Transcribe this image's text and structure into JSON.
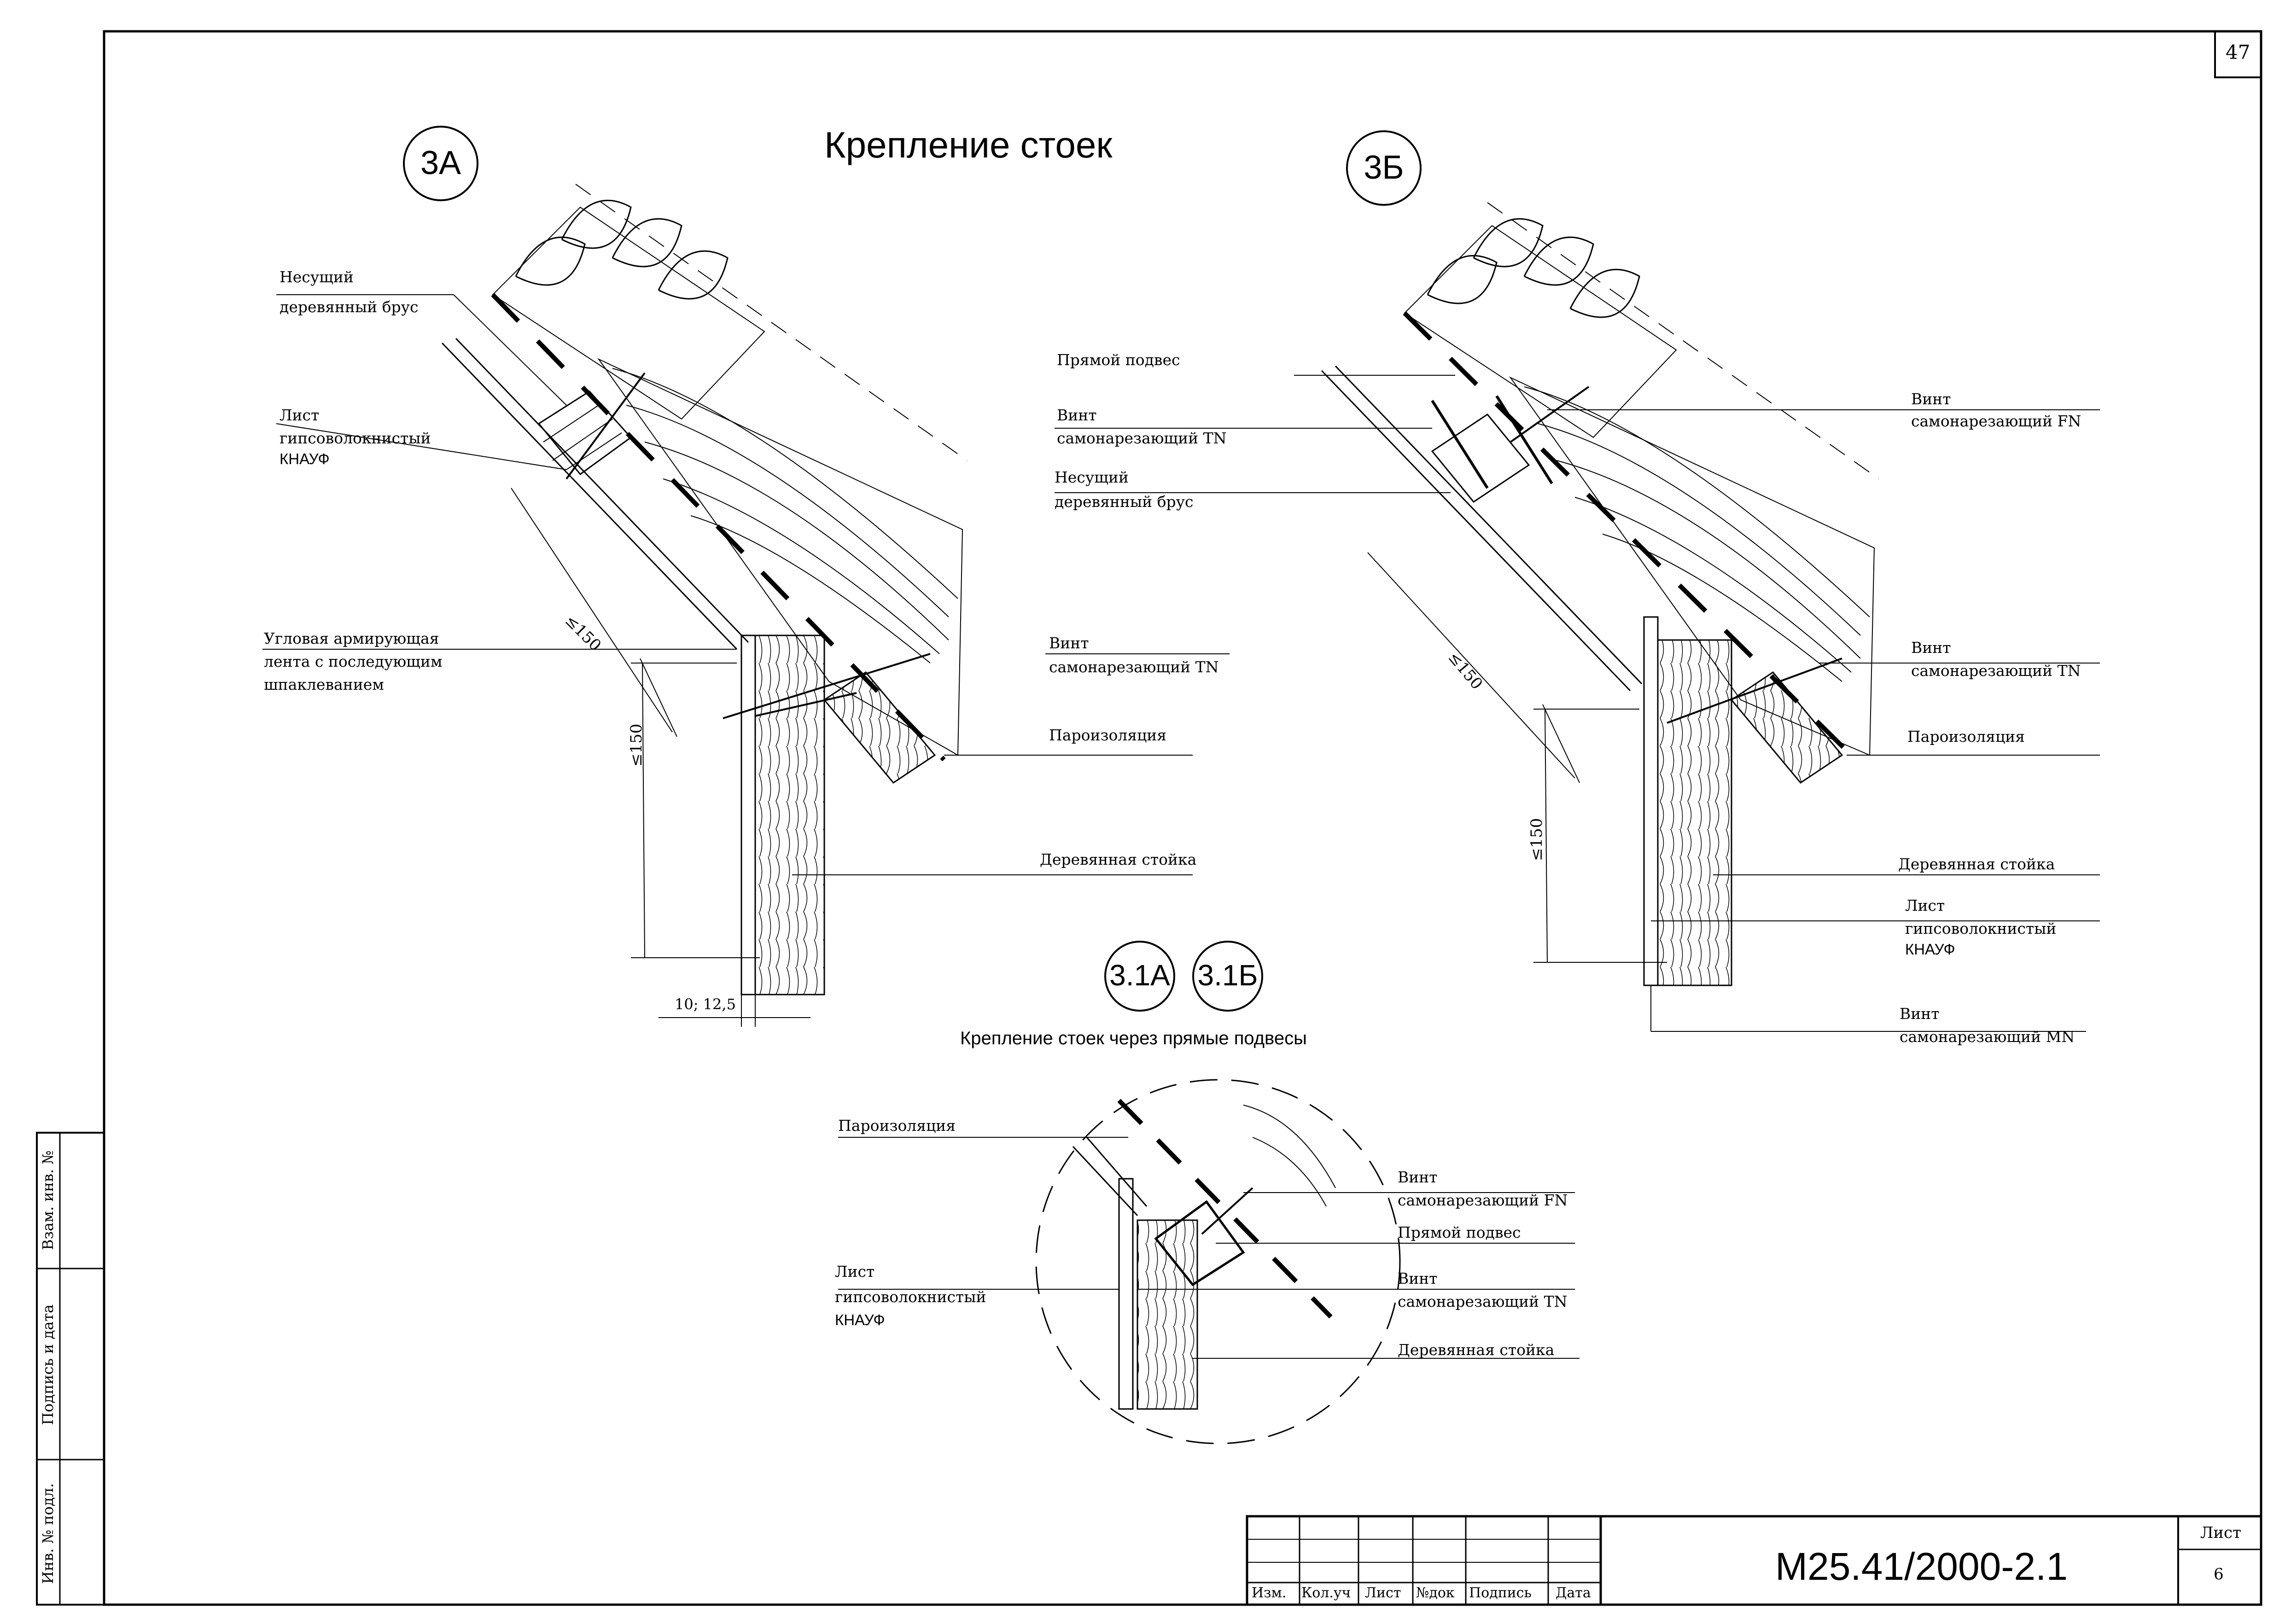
{
  "sheet": {
    "sheet_number_top": "47",
    "title": "Крепление стоек",
    "subtitle": "Крепление стоек через прямые подвесы"
  },
  "details": {
    "d3a": "3А",
    "d3b": "3Б",
    "d31a": "3.1А",
    "d31b": "3.1Б"
  },
  "labels_3a": {
    "beam_line1": "Несущий",
    "beam_line2": "деревянный брус",
    "sheet_line1": "Лист",
    "sheet_line2": "гипсоволокнистый",
    "sheet_line3": "КНАУФ",
    "tape_line1": "Угловая армирующая",
    "tape_line2": "лента с последующим",
    "tape_line3": "шпаклеванием",
    "screw_line1": "Винт",
    "screw_line2": "самонарезающий  TN",
    "vapor": "Пароизоляция",
    "post": "Деревянная стойка",
    "dim_diag": "≤150",
    "dim_vert": "≤150",
    "dim_thick": "10; 12,5"
  },
  "labels_3b": {
    "hanger": "Прямой подвес",
    "screw_tn_line1": "Винт",
    "screw_tn_line2": "самонарезающий  TN",
    "beam_line1": "Несущий",
    "beam_line2": "деревянный брус",
    "screw_fn_line1": "Винт",
    "screw_fn_line2": "самонарезающий  FN",
    "screw_tn2_line1": "Винт",
    "screw_tn2_line2": "самонарезающий  TN",
    "vapor": "Пароизоляция",
    "post": "Деревянная стойка",
    "sheet_line1": "Лист",
    "sheet_line2": "гипсоволокнистый",
    "sheet_line3": "КНАУФ",
    "screw_mn_line1": "Винт",
    "screw_mn_line2": "самонарезающий   MN",
    "dim_diag": "≤150",
    "dim_vert": "≤150"
  },
  "labels_31": {
    "vapor": "Пароизоляция",
    "sheet_line1": "Лист",
    "sheet_line2": "гипсоволокнистый",
    "sheet_line3": "КНАУФ",
    "screw_fn_line1": "Винт",
    "screw_fn_line2": "самонарезающий  FN",
    "hanger": "Прямой подвес",
    "screw_tn_line1": "Винт",
    "screw_tn_line2": "самонарезающий  TN",
    "post": "Деревянная стойка"
  },
  "side_stamp": {
    "exch_inv": "Взам. инв. №",
    "sign_date": "Подпись и дата",
    "inv_orig": "Инв. № подл."
  },
  "title_block": {
    "cols": [
      "Изм.",
      "Кол.уч",
      "Лист",
      "№док",
      "Подпись",
      "Дата"
    ],
    "code": "M25.41/2000-2.1",
    "sheet_label": "Лист",
    "sheet_value": "6"
  }
}
